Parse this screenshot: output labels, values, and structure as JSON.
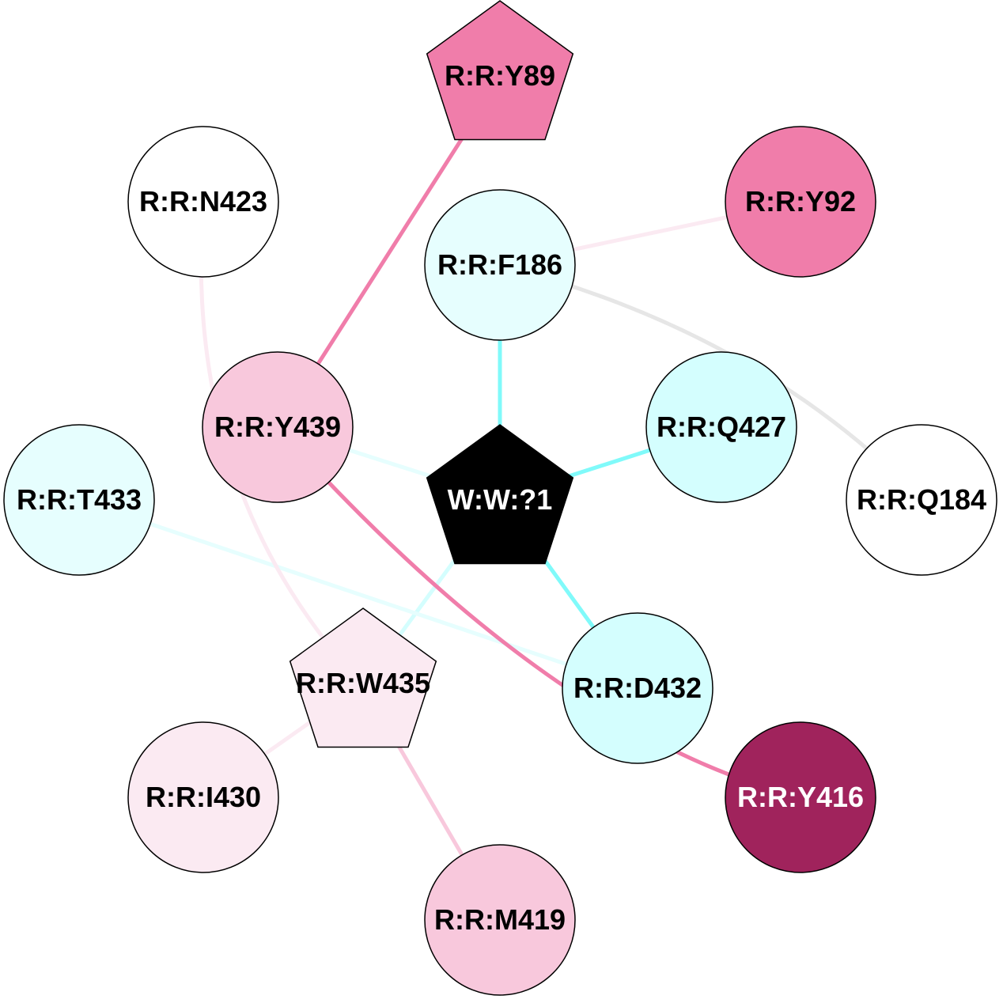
{
  "diagram": {
    "type": "residue-interaction-network",
    "nodes": [
      {
        "id": "Y89",
        "label": "R:R:Y89",
        "shape": "pentagon",
        "fill": "#f07daa",
        "text_color": "#000000"
      },
      {
        "id": "N423",
        "label": "R:R:N423",
        "shape": "circle",
        "fill": "#ffffff",
        "text_color": "#000000"
      },
      {
        "id": "F186",
        "label": "R:R:F186",
        "shape": "circle",
        "fill": "#e6fefe",
        "text_color": "#000000"
      },
      {
        "id": "Y92",
        "label": "R:R:Y92",
        "shape": "circle",
        "fill": "#f07daa",
        "text_color": "#000000"
      },
      {
        "id": "Y439",
        "label": "R:R:Y439",
        "shape": "circle",
        "fill": "#f8c8dc",
        "text_color": "#000000"
      },
      {
        "id": "W1",
        "label": "W:W:?1",
        "shape": "pentagon",
        "fill": "#000000",
        "text_color": "#ffffff"
      },
      {
        "id": "Q427",
        "label": "R:R:Q427",
        "shape": "circle",
        "fill": "#d4fefe",
        "text_color": "#000000"
      },
      {
        "id": "T433",
        "label": "R:R:T433",
        "shape": "circle",
        "fill": "#e6fefe",
        "text_color": "#000000"
      },
      {
        "id": "Q184",
        "label": "R:R:Q184",
        "shape": "circle",
        "fill": "#ffffff",
        "text_color": "#000000"
      },
      {
        "id": "W435",
        "label": "R:R:W435",
        "shape": "pentagon",
        "fill": "#fbeaf2",
        "text_color": "#000000"
      },
      {
        "id": "D432",
        "label": "R:R:D432",
        "shape": "circle",
        "fill": "#d4fefe",
        "text_color": "#000000"
      },
      {
        "id": "I430",
        "label": "R:R:I430",
        "shape": "circle",
        "fill": "#fbeaf2",
        "text_color": "#000000"
      },
      {
        "id": "Y416",
        "label": "R:R:Y416",
        "shape": "circle",
        "fill": "#a0235c",
        "text_color": "#ffffff"
      },
      {
        "id": "M419",
        "label": "R:R:M419",
        "shape": "circle",
        "fill": "#f8c8dc",
        "text_color": "#000000"
      }
    ],
    "edges": [
      {
        "source": "Y89",
        "target": "Y439",
        "color": "#f07daa",
        "curved": false
      },
      {
        "source": "F186",
        "target": "Y92",
        "color": "#fbeaf2",
        "curved": false
      },
      {
        "source": "F186",
        "target": "Q184",
        "color": "#e6e6e6",
        "curved": true
      },
      {
        "source": "F186",
        "target": "W1",
        "color": "#80fafa",
        "curved": false
      },
      {
        "source": "Q427",
        "target": "W1",
        "color": "#80fafa",
        "curved": false
      },
      {
        "source": "Y439",
        "target": "W1",
        "color": "#e6fefe",
        "curved": false
      },
      {
        "source": "D432",
        "target": "W1",
        "color": "#80fafa",
        "curved": false
      },
      {
        "source": "W435",
        "target": "W1",
        "color": "#d4fefe",
        "curved": false
      },
      {
        "source": "T433",
        "target": "D432",
        "color": "#e6fefe",
        "curved": false
      },
      {
        "source": "N423",
        "target": "W435",
        "color": "#fbeaf2",
        "curved": true
      },
      {
        "source": "Y439",
        "target": "Y416",
        "color": "#f07daa",
        "curved": true
      },
      {
        "source": "W435",
        "target": "I430",
        "color": "#fbeaf2",
        "curved": false
      },
      {
        "source": "W435",
        "target": "M419",
        "color": "#f8c8dc",
        "curved": false
      }
    ]
  }
}
